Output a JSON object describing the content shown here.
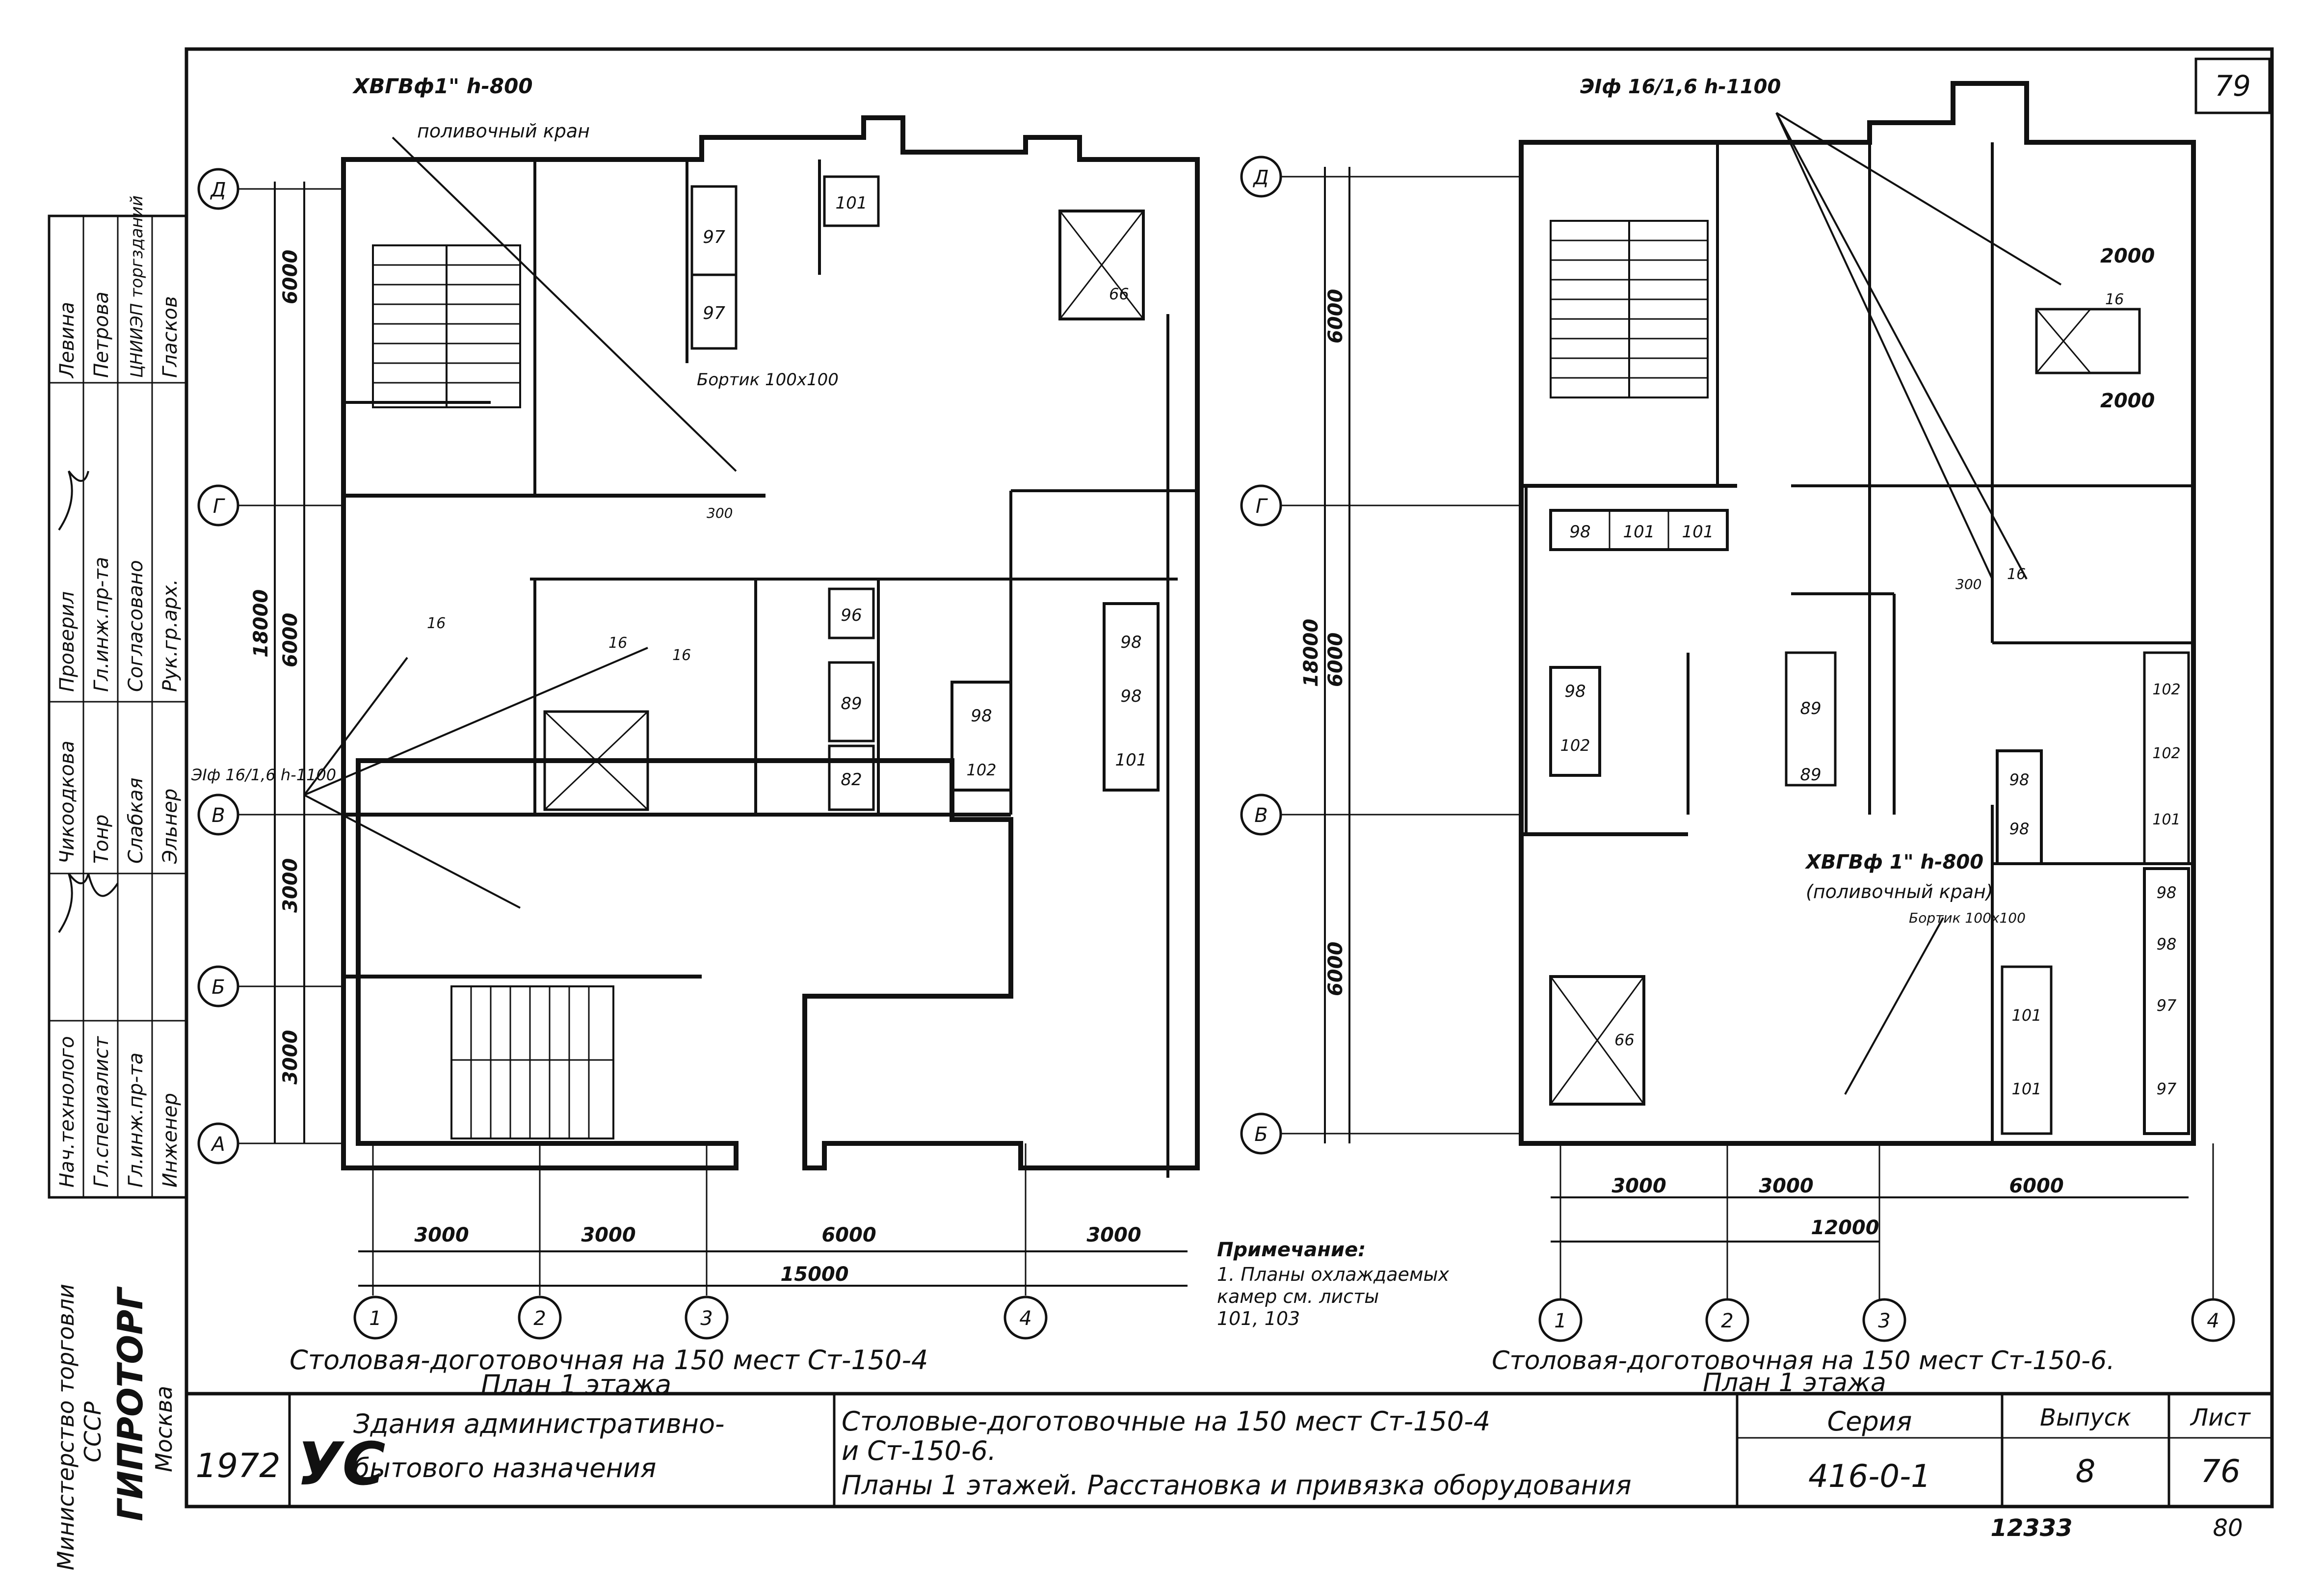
{
  "sheet": {
    "sheet_corner_number": "79",
    "year": "1972",
    "logo": "УС",
    "building_type_line1": "Здания административно-",
    "building_type_line2": "бытового назначения",
    "title_line1": "Столовые-доготовочные на 150 мест Ст-150-4",
    "title_line2": "и Ст-150-6.",
    "title_line3": "Планы 1 этажей. Расстановка и привязка оборудования",
    "series_label": "Серия",
    "series_value": "416-0-1",
    "issue_label": "Выпуск",
    "issue_value": "8",
    "sheet_label": "Лист",
    "sheet_value": "76",
    "archive_number": "12333",
    "page_number": "80"
  },
  "org": {
    "ministry": "Министерство торговли",
    "country": "СССР",
    "institute": "ГИПРОТОРГ",
    "city": "Москва"
  },
  "stamp": {
    "cols": [
      [
        "Нач.технолого",
        "Гл.специалист",
        "Гл.инж.пр-та",
        "Инженер"
      ],
      [
        "Чикоодкова",
        "Тонр",
        "Слабкая",
        "Эльнер"
      ],
      [
        "Проверил",
        "Гл.инж.пр-та",
        "Согласовано",
        "Рук.гр.арх."
      ],
      [
        "Левина",
        "Петрова",
        "ЦНИИЭП торгзданий",
        "Гласков"
      ]
    ]
  },
  "notes": {
    "heading": "Примечание:",
    "line1": "1. Планы охлаждаемых",
    "line2": "камер см. листы",
    "line3": "101, 103"
  },
  "plan_left": {
    "caption": "Столовая-доготовочная на 150 мест Ст-150-4",
    "subcaption": "План 1 этажа",
    "tap_note": "ХВГВф1\" h-800",
    "tap_note2": "поливочный кран",
    "border_note": "Бортик 100х100",
    "pipe_note": "ЭIф 16/1,6 h-1100",
    "axes_rows": [
      "Д",
      "Г",
      "В",
      "Б",
      "А"
    ],
    "axes_cols": [
      "1",
      "2",
      "3",
      "4"
    ],
    "dims_vertical": [
      "6000",
      "18000",
      "6000",
      "3000",
      "3000"
    ],
    "dims_horizontal": [
      "3000",
      "3000",
      "6000",
      "3000"
    ],
    "dim_total": "15000",
    "equipment": [
      "97",
      "97",
      "101",
      "66",
      "96",
      "89",
      "82",
      "98",
      "102",
      "98",
      "98",
      "101",
      "16",
      "16",
      "16"
    ],
    "small_dim": "300"
  },
  "plan_right": {
    "caption": "Столовая-доготовочная на 150 мест Ст-150-6.",
    "subcaption": "План 1 этажа",
    "pipe_note": "ЭIф 16/1,6 h-1100",
    "tap_note": "ХВГВф 1\" h-800",
    "tap_note2": "(поливочный кран)",
    "border_note": "Бортик 100х100",
    "axes_rows": [
      "Д",
      "Г",
      "В",
      "Б"
    ],
    "axes_cols": [
      "1",
      "2",
      "3",
      "4"
    ],
    "dims_vertical": [
      "6000",
      "18000",
      "6000",
      "6000"
    ],
    "dims_horizontal": [
      "3000",
      "3000",
      "6000"
    ],
    "dim_total": "12000",
    "dim_2000a": "2000",
    "dim_2000b": "2000",
    "equipment": [
      "98",
      "101",
      "101",
      "98",
      "102",
      "89",
      "89",
      "98",
      "98",
      "102",
      "102",
      "101",
      "98",
      "98",
      "97",
      "97",
      "101",
      "101",
      "66",
      "16",
      "16"
    ],
    "small_dim": "300"
  }
}
